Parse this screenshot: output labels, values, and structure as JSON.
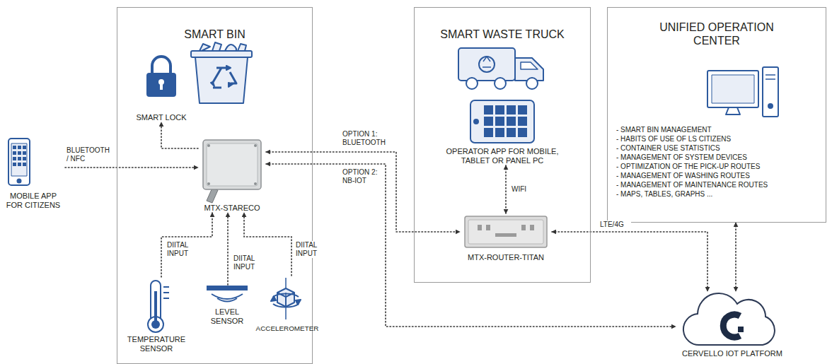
{
  "diagram": {
    "nodes": [
      {
        "text": [
          "MOBILE APP FOR CITIZENS"
        ]
      },
      {
        "text": [
          "SMART BIN"
        ]
      },
      {
        "text": [
          "SMART LOCK"
        ],
        "in": 1
      },
      {
        "text": [
          "MTX-STARECO"
        ],
        "in": 1
      },
      {
        "text": [
          "TEMPERATURE SENSOR"
        ],
        "in": 1
      },
      {
        "text": [
          "LEVEL SENSOR"
        ],
        "in": 1
      },
      {
        "text": [
          "ACCELEROMETER"
        ],
        "in": 1
      },
      {
        "text": [
          "SMART WASTE TRUCK"
        ]
      },
      {
        "text": [
          "OPERATOR APP FOR MOBILE, TABLET OR PANEL PC"
        ],
        "in": 7
      },
      {
        "text": [
          "MTX-ROUTER-TITAN"
        ],
        "in": 7
      },
      {
        "text": [
          "UNIFIED OPERATION CENTER",
          "- SMART BIN MANAGEMENT",
          "- HABITS OF USE OF LS CITIZENS",
          "- CONTAINER USE STATISTICS",
          "- MANAGEMENT OF SYSTEM DEVICES",
          "- OPTIMIZATION OF THE PICK-UP ROUTES",
          "- MANAGEMENT OF WASHING ROUTES",
          "- MANAGEMENT OF MAINTENANCE ROUTES",
          "- MAPS, TABLES, GRAPHS ..."
        ]
      },
      {
        "text": [
          "CERVELLO IOT PLATFORM"
        ]
      }
    ],
    "edges": [
      {
        "from": 0,
        "to": 3,
        "arrow": "to",
        "label": "BLUETOOTH / NFC"
      },
      {
        "from": 3,
        "to": 2,
        "arrow": "to"
      },
      {
        "from": 4,
        "to": 3,
        "arrow": "to",
        "label": "DIITAL INPUT"
      },
      {
        "from": 5,
        "to": 3,
        "arrow": "to",
        "label": "DIITAL INPUT"
      },
      {
        "from": 6,
        "to": 3,
        "arrow": "to",
        "label": "DIITAL INPUT"
      },
      {
        "from": 3,
        "to": 9,
        "arrow": "both",
        "label": "OPTION 1: BLUETOOTH"
      },
      {
        "from": 3,
        "to": 11,
        "arrow": "both",
        "label": "OPTION 2: NB-IOT"
      },
      {
        "from": 8,
        "to": 9,
        "arrow": "both",
        "label": "WIFI"
      },
      {
        "from": 9,
        "to": 11,
        "arrow": "both",
        "label": "LTE/4G"
      },
      {
        "from": 10,
        "to": 11,
        "arrow": "both"
      }
    ]
  }
}
